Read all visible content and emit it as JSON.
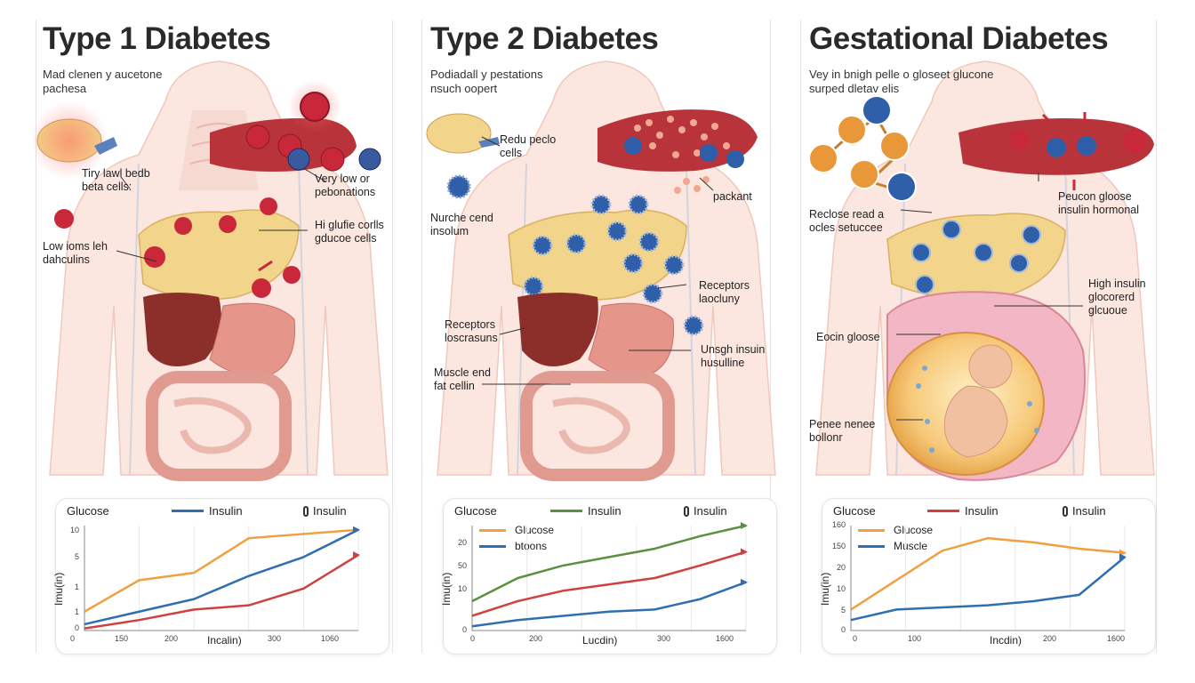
{
  "colors": {
    "glucose": "#f0a040",
    "insulin_blue": "#2f6fb0",
    "insulin_red": "#d04040",
    "insulin_green": "#5a9040",
    "cell_red": "#c8283a",
    "cell_blue": "#2f5fa8",
    "pancreas": "#f2d58a",
    "liver": "#8c2f2a",
    "intestine": "#e09a8f",
    "vessel": "#b8343a"
  },
  "panels": [
    {
      "title": "Type 1 Diabetes",
      "subtitle_lines": [
        "Mad clenen y aucetone",
        "pachesa"
      ],
      "labels": [
        {
          "lines": [
            "Tiry lawl bedb",
            "beta cells:"
          ]
        },
        {
          "lines": [
            "Very low or",
            "pebonations"
          ]
        },
        {
          "lines": [
            "Hi glufie corlls",
            "gducoe cells"
          ]
        },
        {
          "lines": [
            "Low ioms leh",
            "dahculins"
          ]
        }
      ],
      "chart": {
        "legend": [
          {
            "label": "Glucose",
            "icon": "none"
          },
          {
            "label": "Insulin",
            "icon": "line"
          },
          {
            "label": "Insulin",
            "icon": "mic-icon"
          }
        ],
        "inner_legend": [],
        "ylabel": "Imu(in)",
        "xlabel": "Incalin)",
        "yticks": [
          "10",
          "5",
          "1",
          "1",
          "0"
        ],
        "xticks": [
          "0",
          "150",
          "200",
          "300",
          "1060"
        ],
        "chart_data": {
          "type": "line",
          "x": [
            0,
            1,
            2,
            3,
            4,
            5
          ],
          "ylim": [
            0,
            100
          ],
          "series": [
            {
              "name": "Glucose",
              "color": "#f0a040",
              "values": [
                18,
                48,
                55,
                88,
                92,
                96
              ]
            },
            {
              "name": "Insulin",
              "color": "#2f6fb0",
              "values": [
                6,
                18,
                30,
                52,
                70,
                96
              ]
            },
            {
              "color": "#d04040",
              "values": [
                2,
                10,
                20,
                24,
                40,
                72
              ]
            }
          ]
        }
      }
    },
    {
      "title": "Type 2 Diabetes",
      "subtitle_lines": [
        "Podiadall y pestations",
        "nsuch oopert"
      ],
      "labels": [
        {
          "lines": [
            "Redu peclo",
            "cells"
          ]
        },
        {
          "lines": [
            "packant"
          ]
        },
        {
          "lines": [
            "Nurche cend",
            "insolum"
          ]
        },
        {
          "lines": [
            "Receptors",
            "laocluny"
          ]
        },
        {
          "lines": [
            "Receptors",
            "loscrasuns"
          ]
        },
        {
          "lines": [
            "Unsgh insuin",
            "husulline"
          ]
        },
        {
          "lines": [
            "Muscle end",
            "fat cellin"
          ]
        }
      ],
      "chart": {
        "legend": [
          {
            "label": "Glucose",
            "icon": "none"
          },
          {
            "label": "Insulin",
            "icon": "line"
          },
          {
            "label": "Insulin",
            "icon": "mic-icon"
          }
        ],
        "inner_legend": [
          {
            "label": "Glucose",
            "color": "#f0a040"
          },
          {
            "label": "btoons",
            "color": "#2f6fb0"
          }
        ],
        "ylabel": "Imu(in)",
        "xlabel": "Lucdin)",
        "yticks": [
          "20",
          "50",
          "10",
          "0"
        ],
        "xticks": [
          "0",
          "200",
          "300",
          "1600"
        ],
        "chart_data": {
          "type": "line",
          "x": [
            0,
            1,
            2,
            3,
            4,
            5,
            6
          ],
          "ylim": [
            0,
            100
          ],
          "series": [
            {
              "color": "#5a9040",
              "values": [
                28,
                50,
                62,
                70,
                78,
                90,
                100
              ]
            },
            {
              "color": "#d04040",
              "values": [
                14,
                28,
                38,
                44,
                50,
                62,
                75
              ]
            },
            {
              "color": "#2f6fb0",
              "values": [
                4,
                10,
                14,
                18,
                20,
                30,
                46
              ]
            }
          ]
        }
      }
    },
    {
      "title": "Gestational Diabetes",
      "subtitle_lines": [
        "Vey in bnigh pelle o gloseet glucone",
        "surped dletav elis"
      ],
      "labels": [
        {
          "lines": [
            "Peucon gloose",
            "insulin hormonal"
          ]
        },
        {
          "lines": [
            "Reclose read a",
            "ocles setuccee"
          ]
        },
        {
          "lines": [
            "High insulin",
            "glocorerd",
            "glcuoue"
          ]
        },
        {
          "lines": [
            "Eocin gloose"
          ]
        },
        {
          "lines": [
            "Penee nenee",
            "bollonr"
          ]
        }
      ],
      "chart": {
        "legend": [
          {
            "label": "Glucose",
            "icon": "none"
          },
          {
            "label": "Insulin",
            "icon": "line"
          },
          {
            "label": "Insulin",
            "icon": "mic-icon"
          }
        ],
        "inner_legend": [
          {
            "label": "Glucose",
            "color": "#f0a040"
          },
          {
            "label": "Muscle",
            "color": "#2f6fb0"
          }
        ],
        "ylabel": "Imu(in)",
        "xlabel": "Incdin)",
        "yticks": [
          "160",
          "150",
          "20",
          "10",
          "5",
          "0"
        ],
        "xticks": [
          "0",
          "100",
          "200",
          "1600"
        ],
        "chart_data": {
          "type": "line",
          "x": [
            0,
            1,
            2,
            3,
            4,
            5,
            6
          ],
          "ylim": [
            0,
            100
          ],
          "series": [
            {
              "name": "Glucose",
              "color": "#f0a040",
              "values": [
                20,
                48,
                76,
                88,
                84,
                78,
                74
              ]
            },
            {
              "name": "Muscle",
              "color": "#2f6fb0",
              "values": [
                10,
                20,
                22,
                24,
                28,
                34,
                70
              ]
            }
          ]
        }
      }
    }
  ]
}
